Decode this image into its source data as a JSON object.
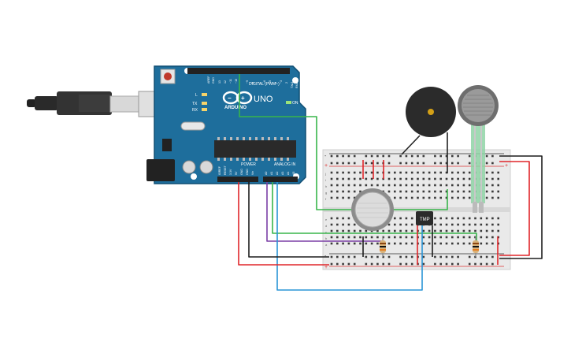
{
  "arduino": {
    "brand": "ARDUINO",
    "model": "UNO",
    "digital_header": "DIGITAL (PWM~)",
    "power_header": "POWER",
    "analog_header": "ANALOG IN",
    "on_label": "ON",
    "led_labels": [
      "L",
      "TX",
      "RX"
    ],
    "digital_pins": [
      "AREF",
      "GND",
      "13",
      "12",
      "~11",
      "~10",
      "~9",
      "8",
      "7",
      "~6",
      "~5",
      "4",
      "~3",
      "2",
      "TX▸1",
      "RX◂0"
    ],
    "power_pins": [
      "IOREF",
      "RESET",
      "3.3V",
      "5V",
      "GND",
      "GND",
      "Vin"
    ],
    "analog_pins": [
      "A0",
      "A1",
      "A2",
      "A3",
      "A4",
      "A5"
    ]
  },
  "breadboard": {
    "row_letters_top": [
      "j",
      "i",
      "h",
      "g",
      "f"
    ],
    "row_letters_bottom": [
      "e",
      "d",
      "c",
      "b",
      "a"
    ],
    "rail_minus": "-",
    "rail_plus": "+"
  },
  "components": {
    "temp_sensor_label": "TMP"
  },
  "colors": {
    "board": "#1e6e9c",
    "wire_red": "#e0262a",
    "wire_black": "#1d1d1d",
    "wire_green": "#38b54a",
    "wire_blue": "#2a95d6",
    "wire_purple": "#7b3fa6",
    "breadboard": "#e9e9e9"
  }
}
